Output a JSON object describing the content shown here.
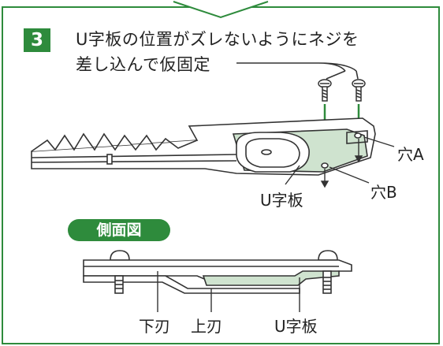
{
  "step": {
    "number": "3"
  },
  "instruction": {
    "line1": "U字板の位置がズレないようにネジを",
    "line2": "差し込んで仮固定"
  },
  "top_view": {
    "label_u_plate": "U字板",
    "label_hole_a": "穴A",
    "label_hole_b": "穴B"
  },
  "side_view": {
    "title": "側面図",
    "label_lower_blade": "下刃",
    "label_upper_blade": "上刃",
    "label_u_plate": "U字板"
  },
  "colors": {
    "accent": "#2e8b3c",
    "plate_fill": "#cfe3cf"
  },
  "icons": [
    "screw-icon",
    "down-arrow-icon",
    "chevron-down-icon"
  ]
}
